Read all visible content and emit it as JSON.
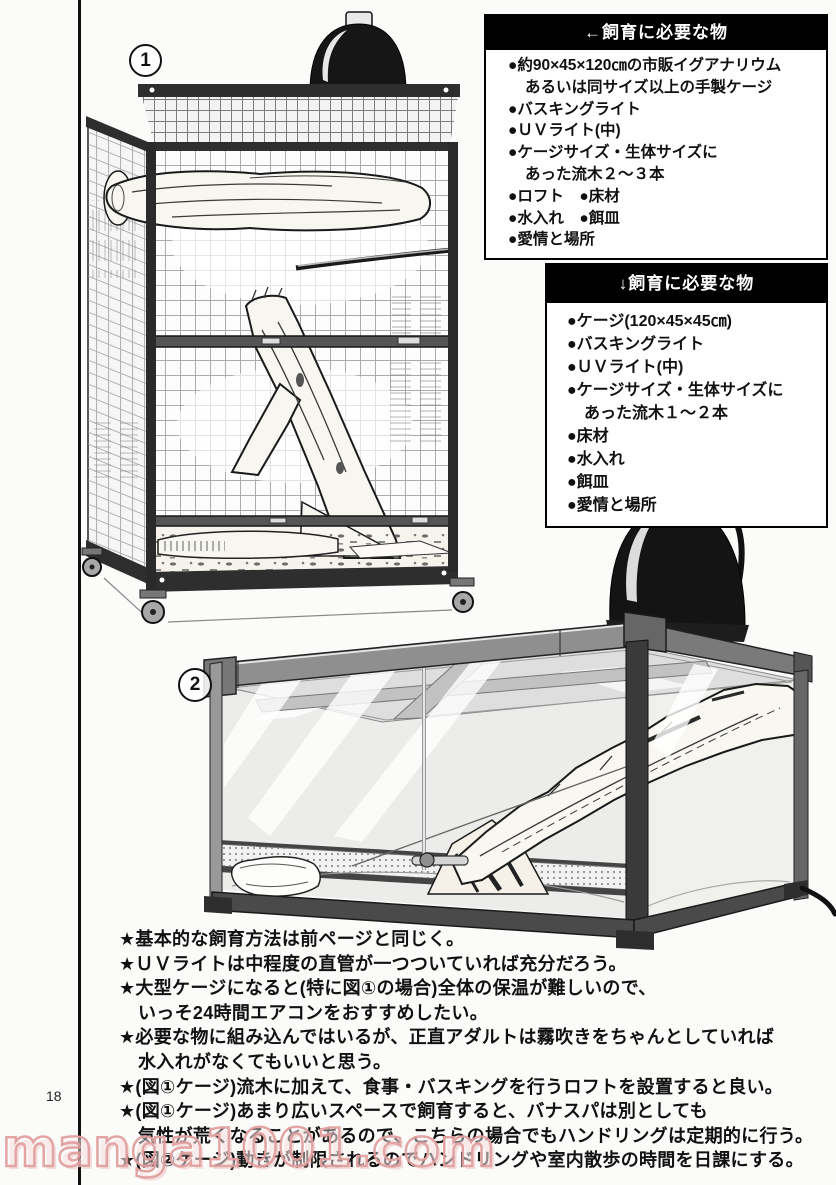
{
  "page": {
    "number": "18",
    "watermark": "manga1001.com"
  },
  "figures": [
    {
      "label": "1"
    },
    {
      "label": "2"
    }
  ],
  "boxes": [
    {
      "header": "←飼育に必要な物",
      "lines": [
        {
          "text": "●約90×45×120㎝の市販イグアナリウム"
        },
        {
          "text": "あるいは同サイズ以上の手製ケージ"
        },
        {
          "text": "●バスキングライト"
        },
        {
          "text": "●ＵＶライト(中)"
        },
        {
          "text": "●ケージサイズ・生体サイズに"
        },
        {
          "text": "あった流木２～３本"
        },
        {
          "text": "●ロフト　●床材"
        },
        {
          "text": "●水入れ　●餌皿"
        },
        {
          "text": "●愛情と場所"
        }
      ]
    },
    {
      "header": "↓飼育に必要な物",
      "lines": [
        {
          "text": "●ケージ(120×45×45㎝)"
        },
        {
          "text": "●バスキングライト"
        },
        {
          "text": "●ＵＶライト(中)"
        },
        {
          "text": "●ケージサイズ・生体サイズに"
        },
        {
          "text": "あった流木１～２本"
        },
        {
          "text": "●床材"
        },
        {
          "text": "●水入れ"
        },
        {
          "text": "●餌皿"
        },
        {
          "text": "●愛情と場所"
        }
      ]
    }
  ],
  "notes": {
    "lines": [
      "★基本的な飼育方法は前ページと同じく。",
      "★ＵＶライトは中程度の直管が一つついていれば充分だろう。",
      "★大型ケージになると(特に図①の場合)全体の保温が難しいので、",
      "いっそ24時間エアコンをおすすめしたい。",
      "★必要な物に組み込んではいるが、正直アダルトは霧吹きをちゃんとしていれば",
      "水入れがなくてもいいと思う。",
      "★(図①ケージ)流木に加えて、食事・バスキングを行うロフトを設置すると良い。",
      "★(図①ケージ)あまり広いスペースで飼育すると、バナスパは別としても",
      "気性が荒くなることがあるので、こちらの場合でもハンドリングは定期的に行う。",
      "★(図②ケージ)動きが制限されるのでハンドリングや室内散歩の時間を日課にする。"
    ]
  }
}
